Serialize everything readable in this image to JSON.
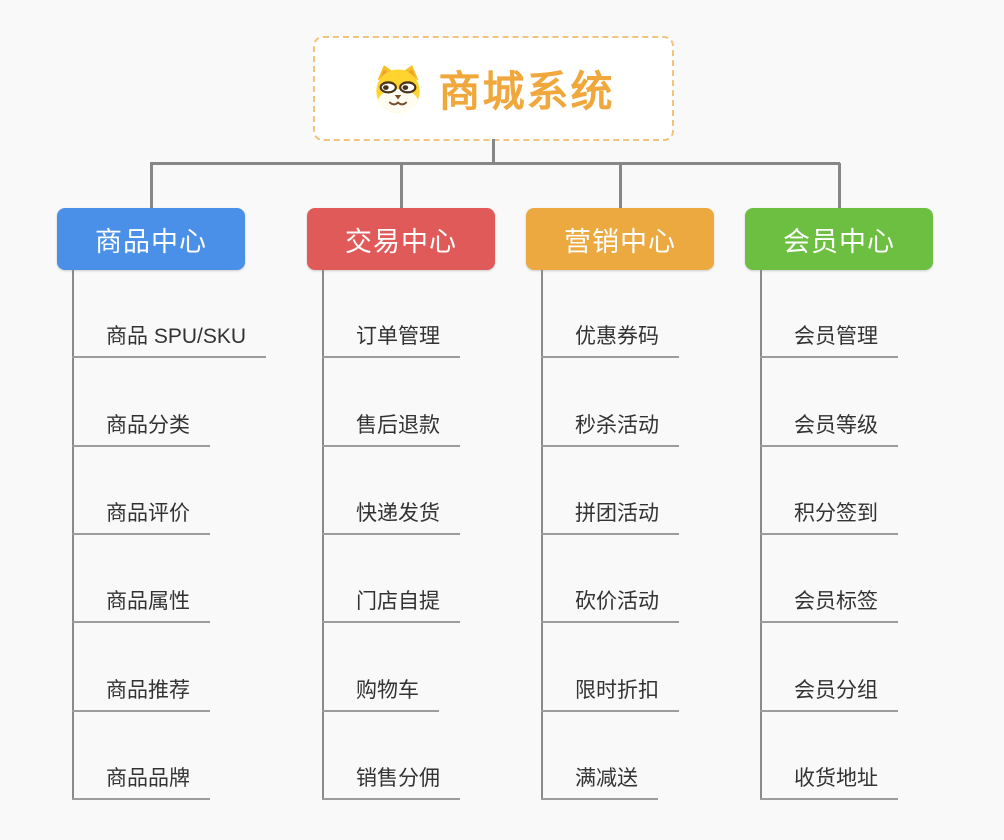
{
  "root": {
    "title": "商城系统",
    "icon": "doge-icon"
  },
  "branches": [
    {
      "id": "product-center",
      "label": "商品中心",
      "color": "#4a90e8",
      "items": [
        "商品 SPU/SKU",
        "商品分类",
        "商品评价",
        "商品属性",
        "商品推荐",
        "商品品牌"
      ]
    },
    {
      "id": "trade-center",
      "label": "交易中心",
      "color": "#e15a5a",
      "items": [
        "订单管理",
        "售后退款",
        "快递发货",
        "门店自提",
        "购物车",
        "销售分佣"
      ]
    },
    {
      "id": "marketing-center",
      "label": "营销中心",
      "color": "#eba93f",
      "items": [
        "优惠券码",
        "秒杀活动",
        "拼团活动",
        "砍价活动",
        "限时折扣",
        "满减送"
      ]
    },
    {
      "id": "member-center",
      "label": "会员中心",
      "color": "#6cbf40",
      "items": [
        "会员管理",
        "会员等级",
        "积分签到",
        "会员标签",
        "会员分组",
        "收货地址"
      ]
    }
  ],
  "colors": {
    "background": "#f9f9f9",
    "root_accent": "#f0a73c",
    "root_border": "#f3c27c",
    "connector": "#878787",
    "item_underline": "#9c9c9c",
    "item_text": "#333333",
    "branch_text": "#ffffff"
  }
}
